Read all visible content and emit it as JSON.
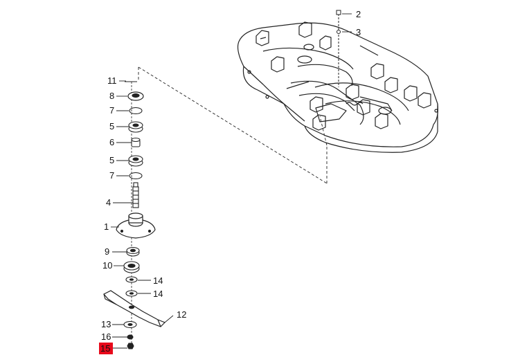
{
  "diagram": {
    "highlight_color": "#e8091b",
    "callouts": {
      "c1": "1",
      "c2": "2",
      "c3": "3",
      "c4": "4",
      "c5a": "5",
      "c5b": "5",
      "c6": "6",
      "c7a": "7",
      "c7b": "7",
      "c8": "8",
      "c9": "9",
      "c10": "10",
      "c11": "11",
      "c12": "12",
      "c13": "13",
      "c14a": "14",
      "c14b": "14",
      "c15": "15",
      "c16": "16"
    },
    "highlighted_part": "15"
  }
}
